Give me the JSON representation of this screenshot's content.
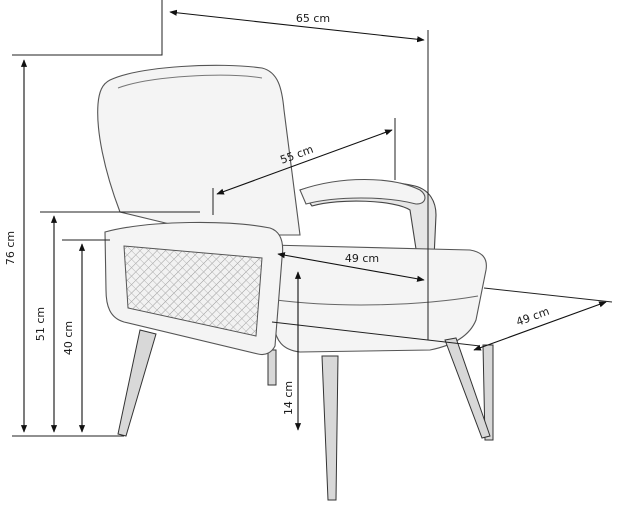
{
  "dimensions": {
    "overall_width": "65 cm",
    "seat_width": "55 cm",
    "seat_depth": "49 cm",
    "overall_depth": "49 cm",
    "overall_height": "76 cm",
    "armrest_height": "51 cm",
    "seat_height": "40 cm",
    "leg_height": "14 cm"
  }
}
